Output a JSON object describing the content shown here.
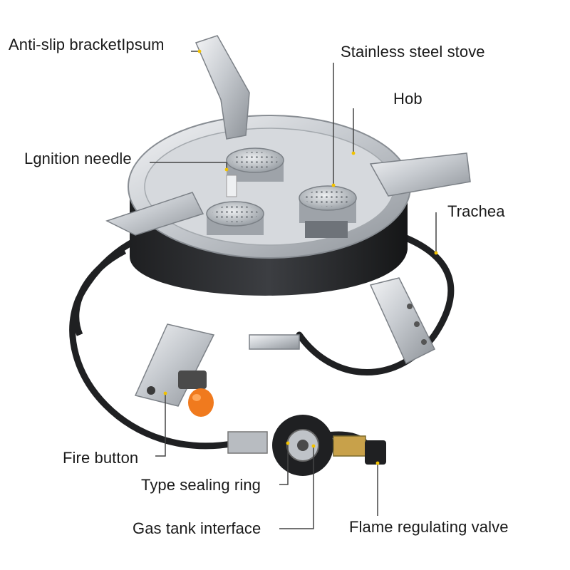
{
  "labels": {
    "anti_slip_bracket": "Anti-slip bracketIpsum",
    "stainless_steel_stove": "Stainless steel stove",
    "hob": "Hob",
    "ignition_needle": "Lgnition needle",
    "trachea": "Trachea",
    "fire_button": "Fire button",
    "sealing_ring": "Type sealing ring",
    "gas_tank_interface": "Gas tank interface",
    "flame_valve": "Flame regulating valve"
  },
  "colors": {
    "text": "#1a1a1a",
    "leader": "#444444",
    "marker": "#f2c200",
    "steel": "#c9ccd0",
    "body": "#2f3134",
    "hose": "#1f2022",
    "button": "#f07a1e"
  }
}
